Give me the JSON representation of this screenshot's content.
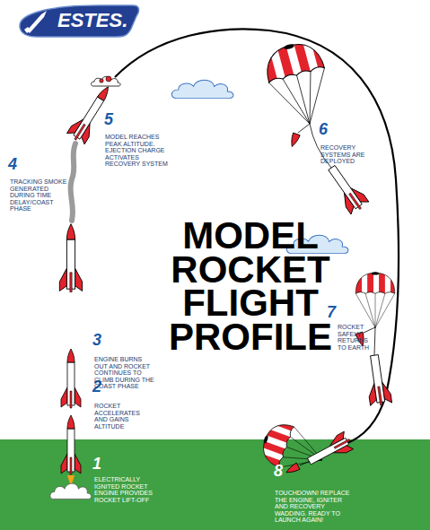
{
  "diagram": {
    "title": "MODEL ROCKET FLIGHT PROFILE",
    "labels": [
      "ESTES.",
      "1",
      "ELECTRICALLY IGNITED ROCKET ENGINE PROVIDES ROCKET LIFT-OFF",
      "2",
      "ROCKET ACCELERATES AND GAINS ALTITUDE",
      "3",
      "ENGINE BURNS OUT AND ROCKET CONTINUES TO CLIMB DURING THE COAST PHASE",
      "4",
      "TRACKING SMOKE GENERATED DURING TIME DELAY/COAST PHASE",
      "5",
      "MODEL REACHES PEAK ALTITUDE. EJECTION CHARGE ACTIVATES RECOVERY SYSTEM",
      "6",
      "RECOVERY SYSTEMS ARE DEPLOYED",
      "7",
      "ROCKET SAFELY RETURNS TO EARTH",
      "8",
      "TOUCHDOWN! REPLACE THE ENGINE, IGNITER AND RECOVERY WADDING. READY TO LAUNCH AGAIN!"
    ]
  }
}
